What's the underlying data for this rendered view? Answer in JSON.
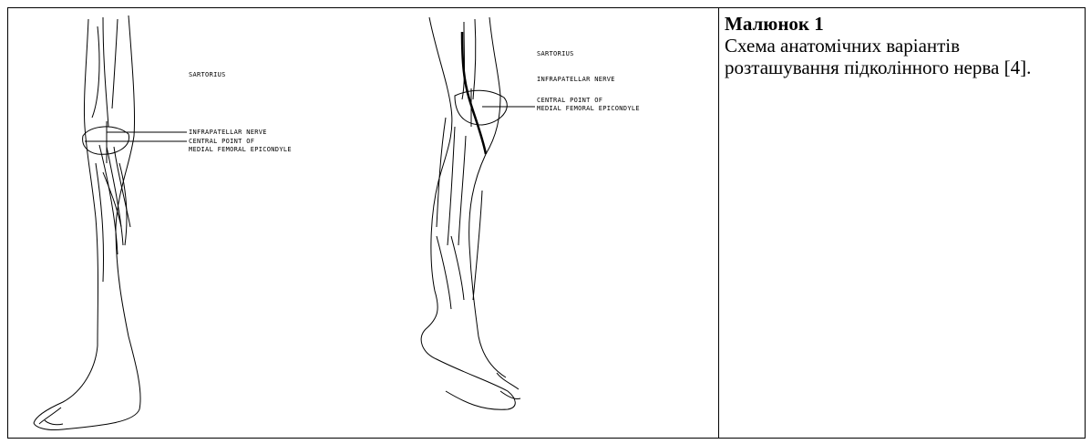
{
  "caption": {
    "title": "Малюнок 1",
    "body": "Схема анатомічних варіантів розташування підколінного нерва [4]."
  },
  "figure": {
    "left_leg_labels": {
      "sartorius": "SARTORIUS",
      "infrapatellar": "INFRAPATELLAR NERVE",
      "central_point_1": "CENTRAL POINT OF",
      "central_point_2": "MEDIAL FEMORAL EPICONDYLE"
    },
    "right_leg_labels": {
      "sartorius": "SARTORIUS",
      "infrapatellar": "INFRAPATELLAR NERVE",
      "central_point_1": "CENTRAL POINT OF",
      "central_point_2": "MEDIAL FEMORAL EPICONDYLE"
    }
  }
}
